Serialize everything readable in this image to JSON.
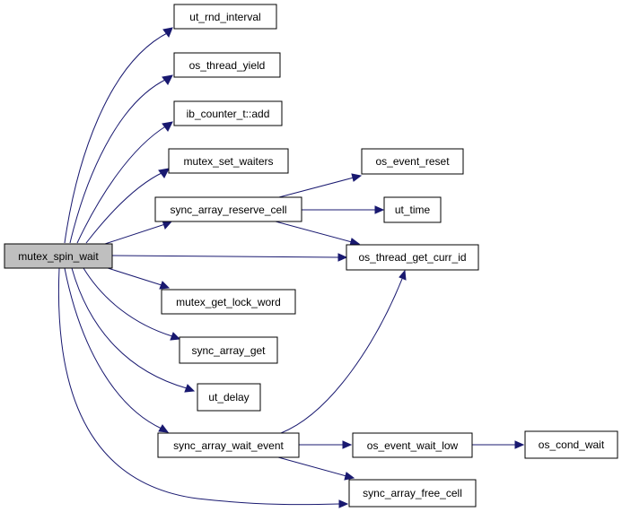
{
  "diagram": {
    "type": "call-graph",
    "root": "mutex_spin_wait",
    "colors": {
      "edge": "#191970",
      "root_fill": "#bfbfbf",
      "node_fill": "#ffffff",
      "border": "#000000"
    },
    "nodes": [
      {
        "id": "mutex_spin_wait",
        "label": "mutex_spin_wait"
      },
      {
        "id": "ut_rnd_interval",
        "label": "ut_rnd_interval"
      },
      {
        "id": "os_thread_yield",
        "label": "os_thread_yield"
      },
      {
        "id": "ib_counter_t_add",
        "label": "ib_counter_t::add"
      },
      {
        "id": "mutex_set_waiters",
        "label": "mutex_set_waiters"
      },
      {
        "id": "sync_array_reserve_cell",
        "label": "sync_array_reserve_cell"
      },
      {
        "id": "mutex_get_lock_word",
        "label": "mutex_get_lock_word"
      },
      {
        "id": "sync_array_get",
        "label": "sync_array_get"
      },
      {
        "id": "ut_delay",
        "label": "ut_delay"
      },
      {
        "id": "sync_array_wait_event",
        "label": "sync_array_wait_event"
      },
      {
        "id": "sync_array_free_cell",
        "label": "sync_array_free_cell"
      },
      {
        "id": "os_event_reset",
        "label": "os_event_reset"
      },
      {
        "id": "ut_time",
        "label": "ut_time"
      },
      {
        "id": "os_thread_get_curr_id",
        "label": "os_thread_get_curr_id"
      },
      {
        "id": "os_event_wait_low",
        "label": "os_event_wait_low"
      },
      {
        "id": "os_cond_wait",
        "label": "os_cond_wait"
      }
    ],
    "edges": [
      {
        "from": "mutex_spin_wait",
        "to": "ut_rnd_interval"
      },
      {
        "from": "mutex_spin_wait",
        "to": "os_thread_yield"
      },
      {
        "from": "mutex_spin_wait",
        "to": "ib_counter_t_add"
      },
      {
        "from": "mutex_spin_wait",
        "to": "mutex_set_waiters"
      },
      {
        "from": "mutex_spin_wait",
        "to": "sync_array_reserve_cell"
      },
      {
        "from": "mutex_spin_wait",
        "to": "os_thread_get_curr_id"
      },
      {
        "from": "mutex_spin_wait",
        "to": "mutex_get_lock_word"
      },
      {
        "from": "mutex_spin_wait",
        "to": "sync_array_get"
      },
      {
        "from": "mutex_spin_wait",
        "to": "ut_delay"
      },
      {
        "from": "mutex_spin_wait",
        "to": "sync_array_wait_event"
      },
      {
        "from": "mutex_spin_wait",
        "to": "sync_array_free_cell"
      },
      {
        "from": "sync_array_reserve_cell",
        "to": "os_event_reset"
      },
      {
        "from": "sync_array_reserve_cell",
        "to": "ut_time"
      },
      {
        "from": "sync_array_reserve_cell",
        "to": "os_thread_get_curr_id"
      },
      {
        "from": "sync_array_wait_event",
        "to": "os_thread_get_curr_id"
      },
      {
        "from": "sync_array_wait_event",
        "to": "os_event_wait_low"
      },
      {
        "from": "sync_array_wait_event",
        "to": "sync_array_free_cell"
      },
      {
        "from": "os_event_wait_low",
        "to": "os_cond_wait"
      }
    ]
  }
}
